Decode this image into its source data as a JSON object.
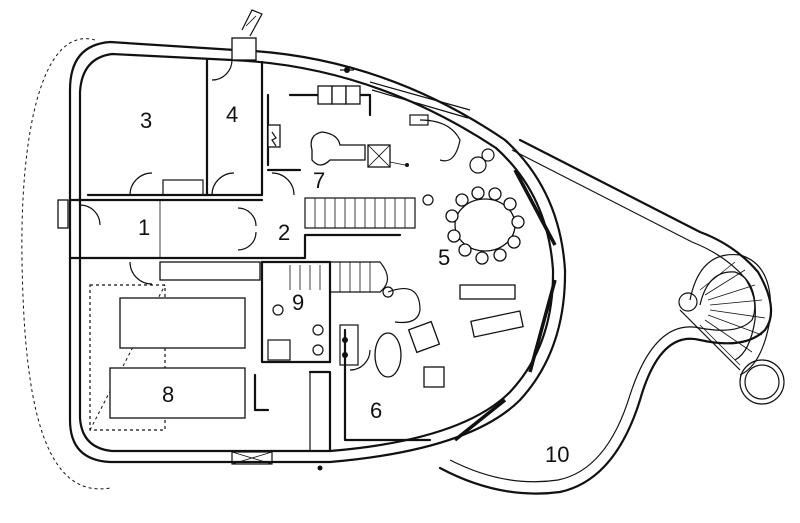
{
  "rooms": [
    {
      "id": "1",
      "label": "1"
    },
    {
      "id": "2",
      "label": "2"
    },
    {
      "id": "3",
      "label": "3"
    },
    {
      "id": "4",
      "label": "4"
    },
    {
      "id": "5",
      "label": "5"
    },
    {
      "id": "6",
      "label": "6"
    },
    {
      "id": "7",
      "label": "7"
    },
    {
      "id": "8",
      "label": "8"
    },
    {
      "id": "9",
      "label": "9"
    },
    {
      "id": "10",
      "label": "10"
    }
  ],
  "colors": {
    "ink": "#111111",
    "paper": "#ffffff"
  }
}
